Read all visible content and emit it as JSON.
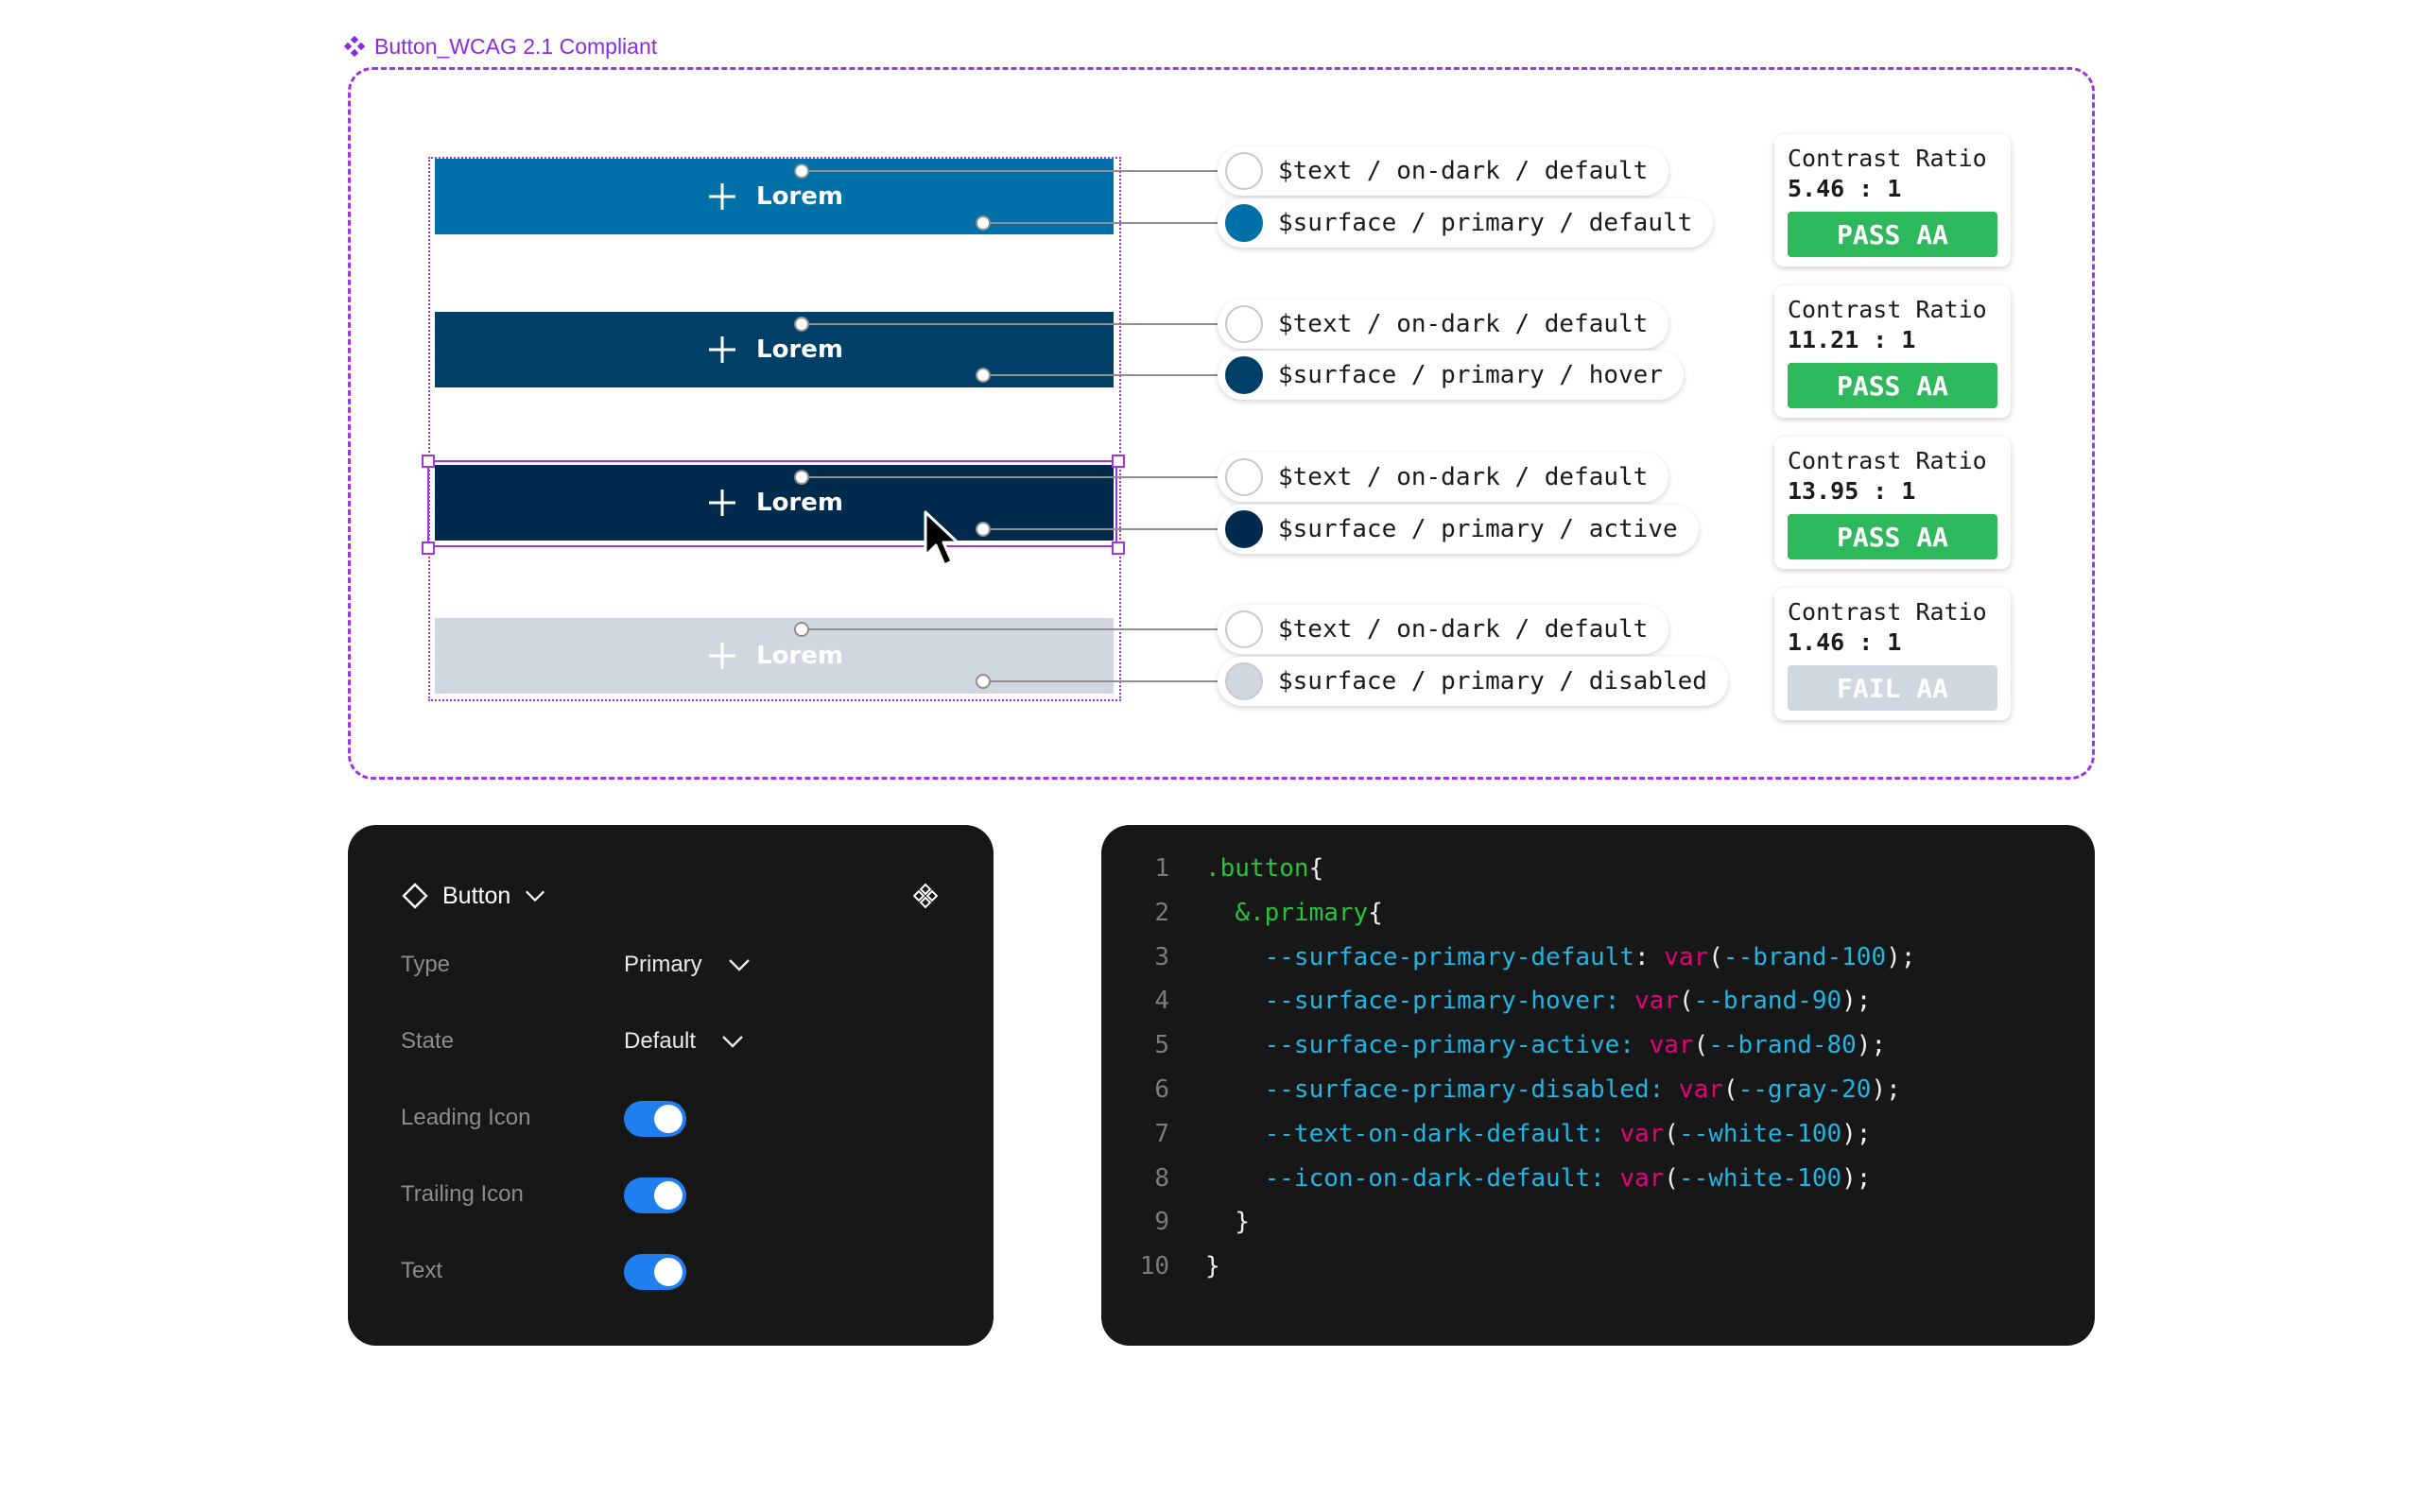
{
  "frame": {
    "title": "Button_WCAG 2.1 Compliant",
    "accent": "#a235e0"
  },
  "buttons": [
    {
      "label": "Lorem",
      "surface": "#0071a8",
      "text_color": "#ffffff",
      "state": "default"
    },
    {
      "label": "Lorem",
      "surface": "#003f68",
      "text_color": "#ffffff",
      "state": "hover"
    },
    {
      "label": "Lorem",
      "surface": "#002b4d",
      "text_color": "#ffffff",
      "state": "active"
    },
    {
      "label": "Lorem",
      "surface": "#d0d7e1",
      "text_color": "#ffffff",
      "state": "disabled"
    }
  ],
  "tokens": [
    {
      "text_token": "$text / on-dark / default",
      "text_swatch": "#ffffff",
      "surface_token": "$surface / primary / default",
      "surface_swatch": "#0071a8"
    },
    {
      "text_token": "$text / on-dark / default",
      "text_swatch": "#ffffff",
      "surface_token": "$surface / primary / hover",
      "surface_swatch": "#003f68"
    },
    {
      "text_token": "$text / on-dark / default",
      "text_swatch": "#ffffff",
      "surface_token": "$surface / primary / active",
      "surface_swatch": "#002b4d"
    },
    {
      "text_token": "$text / on-dark / default",
      "text_swatch": "#ffffff",
      "surface_token": "$surface / primary / disabled",
      "surface_swatch": "#d0d7e1"
    }
  ],
  "contrast": [
    {
      "label": "Contrast Ratio",
      "ratio": "5.46 : 1",
      "badge": "PASS AA",
      "badge_color": "#2eb85c"
    },
    {
      "label": "Contrast Ratio",
      "ratio": "11.21 : 1",
      "badge": "PASS AA",
      "badge_color": "#2eb85c"
    },
    {
      "label": "Contrast Ratio",
      "ratio": "13.95 : 1",
      "badge": "PASS AA",
      "badge_color": "#2eb85c"
    },
    {
      "label": "Contrast Ratio",
      "ratio": "1.46 : 1",
      "badge": "FAIL AA",
      "badge_color": "#d0d7e1"
    }
  ],
  "properties": {
    "component": "Button",
    "rows": [
      {
        "label": "Type",
        "value": "Primary"
      },
      {
        "label": "State",
        "value": "Default"
      },
      {
        "label": "Leading Icon",
        "toggle": true
      },
      {
        "label": "Trailing Icon",
        "toggle": true
      },
      {
        "label": "Text",
        "toggle": true
      }
    ],
    "toggle_color": "#1f7ef0"
  },
  "code": {
    "lines": [
      {
        "n": "1",
        "indent": "",
        "parts": [
          {
            "t": ".button",
            "c": "sel"
          },
          {
            "t": "{",
            "c": "pun"
          }
        ]
      },
      {
        "n": "2",
        "indent": "  ",
        "parts": [
          {
            "t": "&.primary",
            "c": "sel"
          },
          {
            "t": "{",
            "c": "pun"
          }
        ]
      },
      {
        "n": "3",
        "indent": "    ",
        "parts": [
          {
            "t": "--surface-primary-default",
            "c": "prop"
          },
          {
            "t": ": ",
            "c": "pun"
          },
          {
            "t": "var",
            "c": "fn"
          },
          {
            "t": "(",
            "c": "pun"
          },
          {
            "t": "--brand-100",
            "c": "prop"
          },
          {
            "t": ");",
            "c": "pun"
          }
        ]
      },
      {
        "n": "4",
        "indent": "    ",
        "parts": [
          {
            "t": "--surface-primary-hover:",
            "c": "prop"
          },
          {
            "t": " ",
            "c": "pun"
          },
          {
            "t": "var",
            "c": "fn"
          },
          {
            "t": "(",
            "c": "pun"
          },
          {
            "t": "--brand-90",
            "c": "prop"
          },
          {
            "t": ");",
            "c": "pun"
          }
        ]
      },
      {
        "n": "5",
        "indent": "    ",
        "parts": [
          {
            "t": "--surface-primary-active:",
            "c": "prop"
          },
          {
            "t": " ",
            "c": "pun"
          },
          {
            "t": "var",
            "c": "fn"
          },
          {
            "t": "(",
            "c": "pun"
          },
          {
            "t": "--brand-80",
            "c": "prop"
          },
          {
            "t": ");",
            "c": "pun"
          }
        ]
      },
      {
        "n": "6",
        "indent": "    ",
        "parts": [
          {
            "t": "--surface-primary-disabled:",
            "c": "prop"
          },
          {
            "t": " ",
            "c": "pun"
          },
          {
            "t": "var",
            "c": "fn"
          },
          {
            "t": "(",
            "c": "pun"
          },
          {
            "t": "--gray-20",
            "c": "prop"
          },
          {
            "t": ");",
            "c": "pun"
          }
        ]
      },
      {
        "n": "7",
        "indent": "    ",
        "parts": [
          {
            "t": "--text-on-dark-default:",
            "c": "prop"
          },
          {
            "t": " ",
            "c": "pun"
          },
          {
            "t": "var",
            "c": "fn"
          },
          {
            "t": "(",
            "c": "pun"
          },
          {
            "t": "--white-100",
            "c": "prop"
          },
          {
            "t": ");",
            "c": "pun"
          }
        ]
      },
      {
        "n": "8",
        "indent": "    ",
        "parts": [
          {
            "t": "--icon-on-dark-default:",
            "c": "prop"
          },
          {
            "t": " ",
            "c": "pun"
          },
          {
            "t": "var",
            "c": "fn"
          },
          {
            "t": "(",
            "c": "pun"
          },
          {
            "t": "--white-100",
            "c": "prop"
          },
          {
            "t": ");",
            "c": "pun"
          }
        ]
      },
      {
        "n": "9",
        "indent": "  ",
        "parts": [
          {
            "t": "}",
            "c": "pun"
          }
        ]
      },
      {
        "n": "10",
        "indent": "",
        "parts": [
          {
            "t": "}",
            "c": "pun"
          }
        ]
      }
    ]
  }
}
